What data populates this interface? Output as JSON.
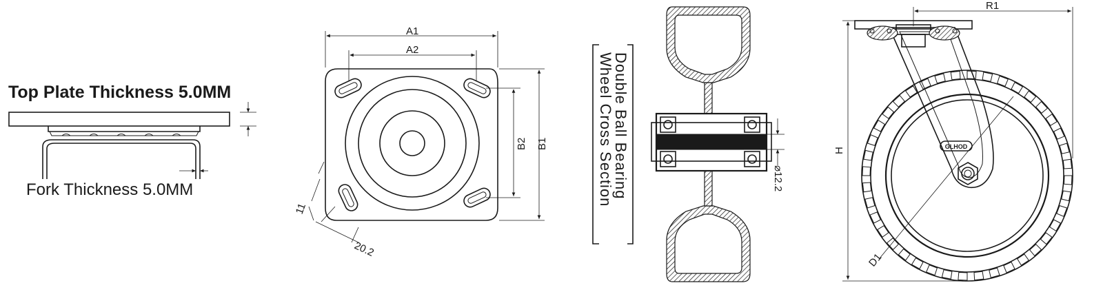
{
  "panel_thickness": {
    "top_plate_label": "Top Plate Thickness 5.0MM",
    "fork_label": "Fork Thickness 5.0MM"
  },
  "panel_top_plate": {
    "a1": "A1",
    "a2": "A2",
    "b1": "B1",
    "b2": "B2",
    "slot_width": "11",
    "slot_length": "20.2"
  },
  "panel_section": {
    "title_line1": "Double Ball Bearing",
    "title_line2": "Wheel Cross Section",
    "axle_dia": "⌀12.2"
  },
  "panel_side": {
    "r1": "R1",
    "h": "H",
    "d1": "D1",
    "logo": "GLHOD"
  }
}
